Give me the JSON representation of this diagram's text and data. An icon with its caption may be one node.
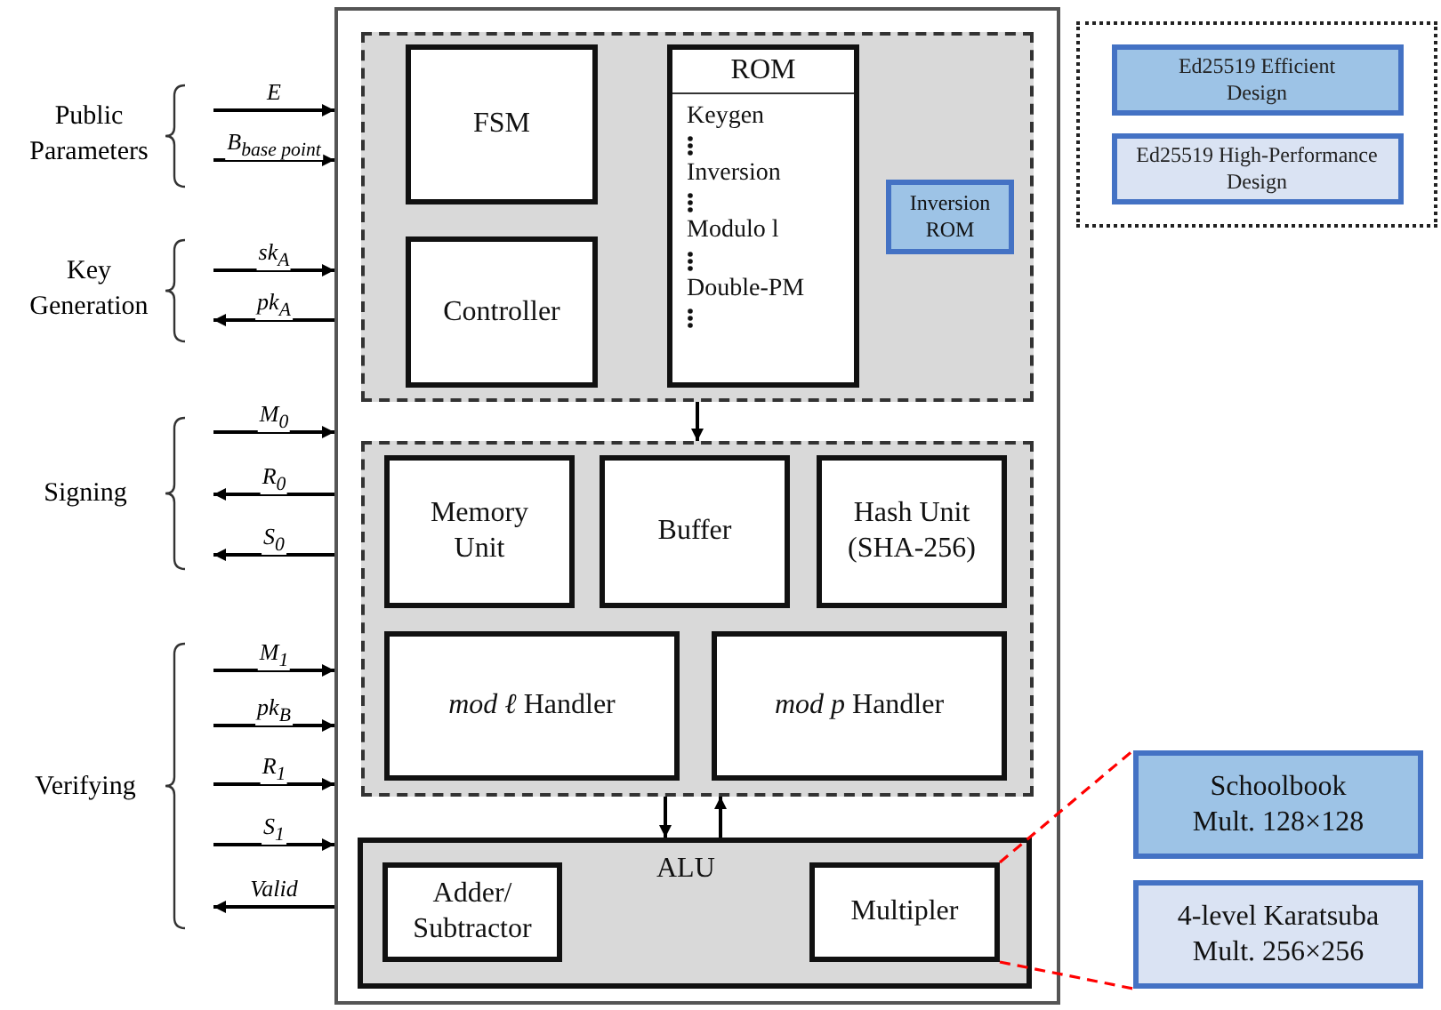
{
  "diagram": {
    "nodes": [
      {
        "text": [],
        "shape": "box"
      },
      {
        "text": [],
        "shape": "box",
        "in": 0
      },
      {
        "text": [
          "FSM"
        ],
        "in": 1
      },
      {
        "text": [
          "Controller"
        ],
        "in": 1
      },
      {
        "text": [
          "ROM",
          "Keygen",
          "Inversion",
          "Modulo l",
          "Double-PM"
        ],
        "in": 1
      },
      {
        "text": [
          "Inversion ROM"
        ],
        "in": 1
      },
      {
        "text": [],
        "shape": "box",
        "in": 0
      },
      {
        "text": [
          "Memory Unit"
        ],
        "in": 6
      },
      {
        "text": [
          "Buffer"
        ],
        "in": 6
      },
      {
        "text": [
          "Hash Unit (SHA-256)"
        ],
        "in": 6
      },
      {
        "text": [
          "*mod ℓ* Handler"
        ],
        "in": 6
      },
      {
        "text": [
          "*mod p* Handler"
        ],
        "in": 6
      },
      {
        "text": [
          "ALU"
        ],
        "in": 0
      },
      {
        "text": [
          "Adder/ Subtractor"
        ],
        "in": 12
      },
      {
        "text": [
          "Multipler"
        ],
        "in": 12
      },
      {
        "text": [
          "Schoolbook Mult. 128×128"
        ]
      },
      {
        "text": [
          "4-level Karatsuba Mult. 256×256"
        ]
      }
    ],
    "edges": [
      {
        "from": 1,
        "to": 6,
        "arrow": "to"
      },
      {
        "from": 6,
        "to": 12,
        "arrow": "to"
      },
      {
        "from": 12,
        "to": 6,
        "arrow": "to"
      },
      {
        "from": 14,
        "to": 15,
        "arrow": "none",
        "style": "dashed",
        "color": "#ff0000"
      },
      {
        "from": 14,
        "to": 16,
        "arrow": "none",
        "style": "dashed",
        "color": "#ff0000"
      },
      {
        "from": null,
        "to": 0,
        "arrow": "to",
        "label": "E"
      },
      {
        "from": null,
        "to": 0,
        "arrow": "to",
        "label": "B$_{base point}$"
      },
      {
        "from": null,
        "to": 0,
        "arrow": "to",
        "label": "sk$_{A}$"
      },
      {
        "from": 0,
        "to": null,
        "arrow": "to",
        "label": "pk$_{A}$"
      },
      {
        "from": null,
        "to": 0,
        "arrow": "to",
        "label": "M$_{0}$"
      },
      {
        "from": 0,
        "to": null,
        "arrow": "to",
        "label": "R$_{0}$"
      },
      {
        "from": 0,
        "to": null,
        "arrow": "to",
        "label": "S$_{0}$"
      },
      {
        "from": null,
        "to": 0,
        "arrow": "to",
        "label": "M$_{1}$"
      },
      {
        "from": null,
        "to": 0,
        "arrow": "to",
        "label": "pk$_{B}$"
      },
      {
        "from": null,
        "to": 0,
        "arrow": "to",
        "label": "R$_{1}$"
      },
      {
        "from": null,
        "to": 0,
        "arrow": "to",
        "label": "S$_{1}$"
      },
      {
        "from": 0,
        "to": null,
        "arrow": "to",
        "label": "Valid"
      }
    ],
    "labels": [
      "Public Parameters",
      "Key Generation",
      "Signing",
      "Verifying"
    ],
    "legend": [
      {
        "text": "Ed25519 Efficient Design",
        "color": "#9dc3e6"
      },
      {
        "text": "Ed25519 High-Performance Design",
        "color": "#dae3f3"
      }
    ]
  }
}
